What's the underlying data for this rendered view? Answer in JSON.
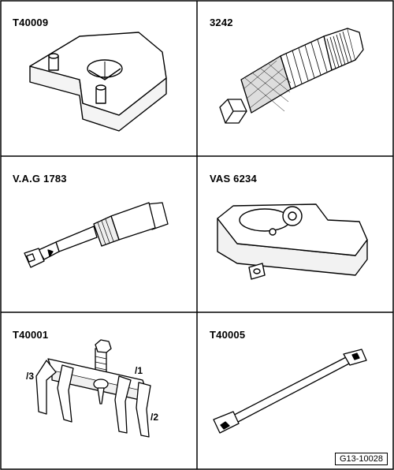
{
  "tools": [
    {
      "label": "T40009"
    },
    {
      "label": "3242"
    },
    {
      "label": "V.A.G 1783"
    },
    {
      "label": "VAS 6234"
    },
    {
      "label": "T40001",
      "callouts": [
        "/1",
        "/2",
        "/3"
      ]
    },
    {
      "label": "T40005"
    }
  ],
  "figure_code": "G13-10028"
}
